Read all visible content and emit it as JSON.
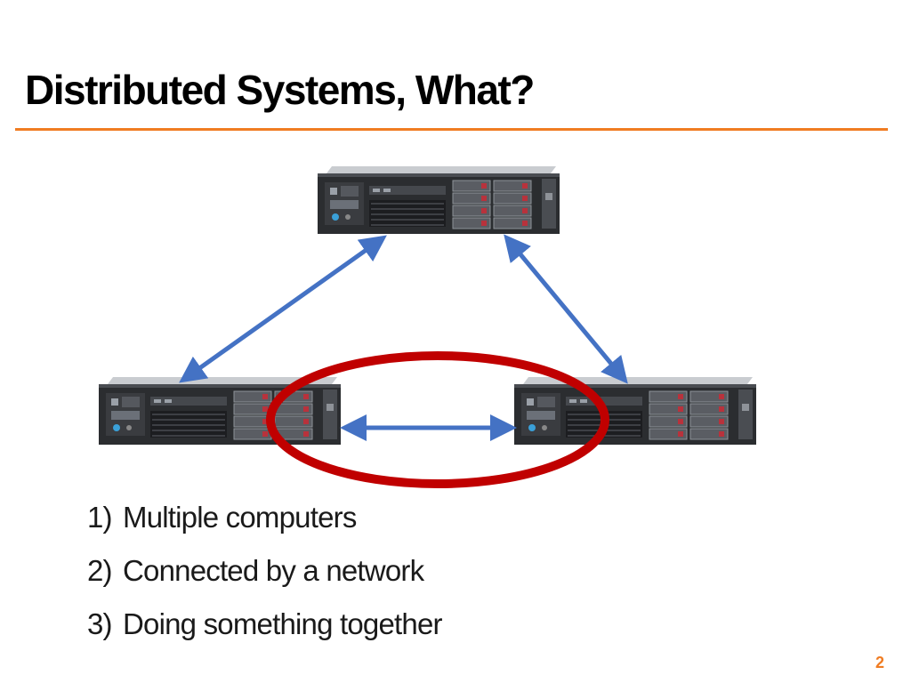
{
  "slide": {
    "title": "Distributed Systems, What?",
    "number": "2",
    "accent_color": "#f07c22"
  },
  "points": [
    {
      "num": "1)",
      "text": "Multiple computers"
    },
    {
      "num": "2)",
      "text": "Connected by a network"
    },
    {
      "num": "3)",
      "text": "Doing something together"
    }
  ],
  "diagram": {
    "servers": [
      "top-server",
      "left-server",
      "right-server"
    ],
    "link_color": "#4472c4",
    "highlight_color": "#c00000"
  }
}
